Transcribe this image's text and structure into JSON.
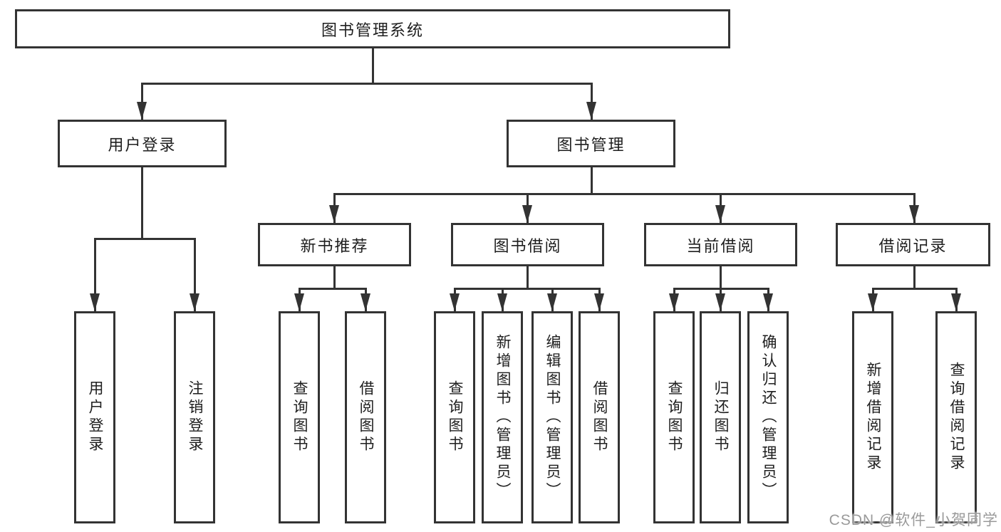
{
  "colors": {
    "background": "#ffffff",
    "line": "#333333",
    "box_border": "#333333",
    "text": "#1e1e1e",
    "watermark": "#9a9a9a"
  },
  "diagram": {
    "root": "图书管理系统",
    "level2": {
      "user_login": "用户登录",
      "book_management": "图书管理"
    },
    "level3": {
      "new_book_recommendation": "新书推荐",
      "book_borrowing": "图书借阅",
      "current_borrowing": "当前借阅",
      "borrowing_records": "借阅记录"
    },
    "leaves": {
      "user_login": [
        "用户登录",
        "注销登录"
      ],
      "new_book_recommendation": [
        "查询图书",
        "借阅图书"
      ],
      "book_borrowing": [
        "查询图书",
        "新增图书（管理员）",
        "编辑图书（管理员）",
        "借阅图书"
      ],
      "current_borrowing": [
        "查询图书",
        "归还图书",
        "确认归还（管理员）"
      ],
      "borrowing_records": [
        "新增借阅记录",
        "查询借阅记录"
      ]
    }
  },
  "watermark": {
    "text": "CSDN @软件_小贺同学"
  }
}
